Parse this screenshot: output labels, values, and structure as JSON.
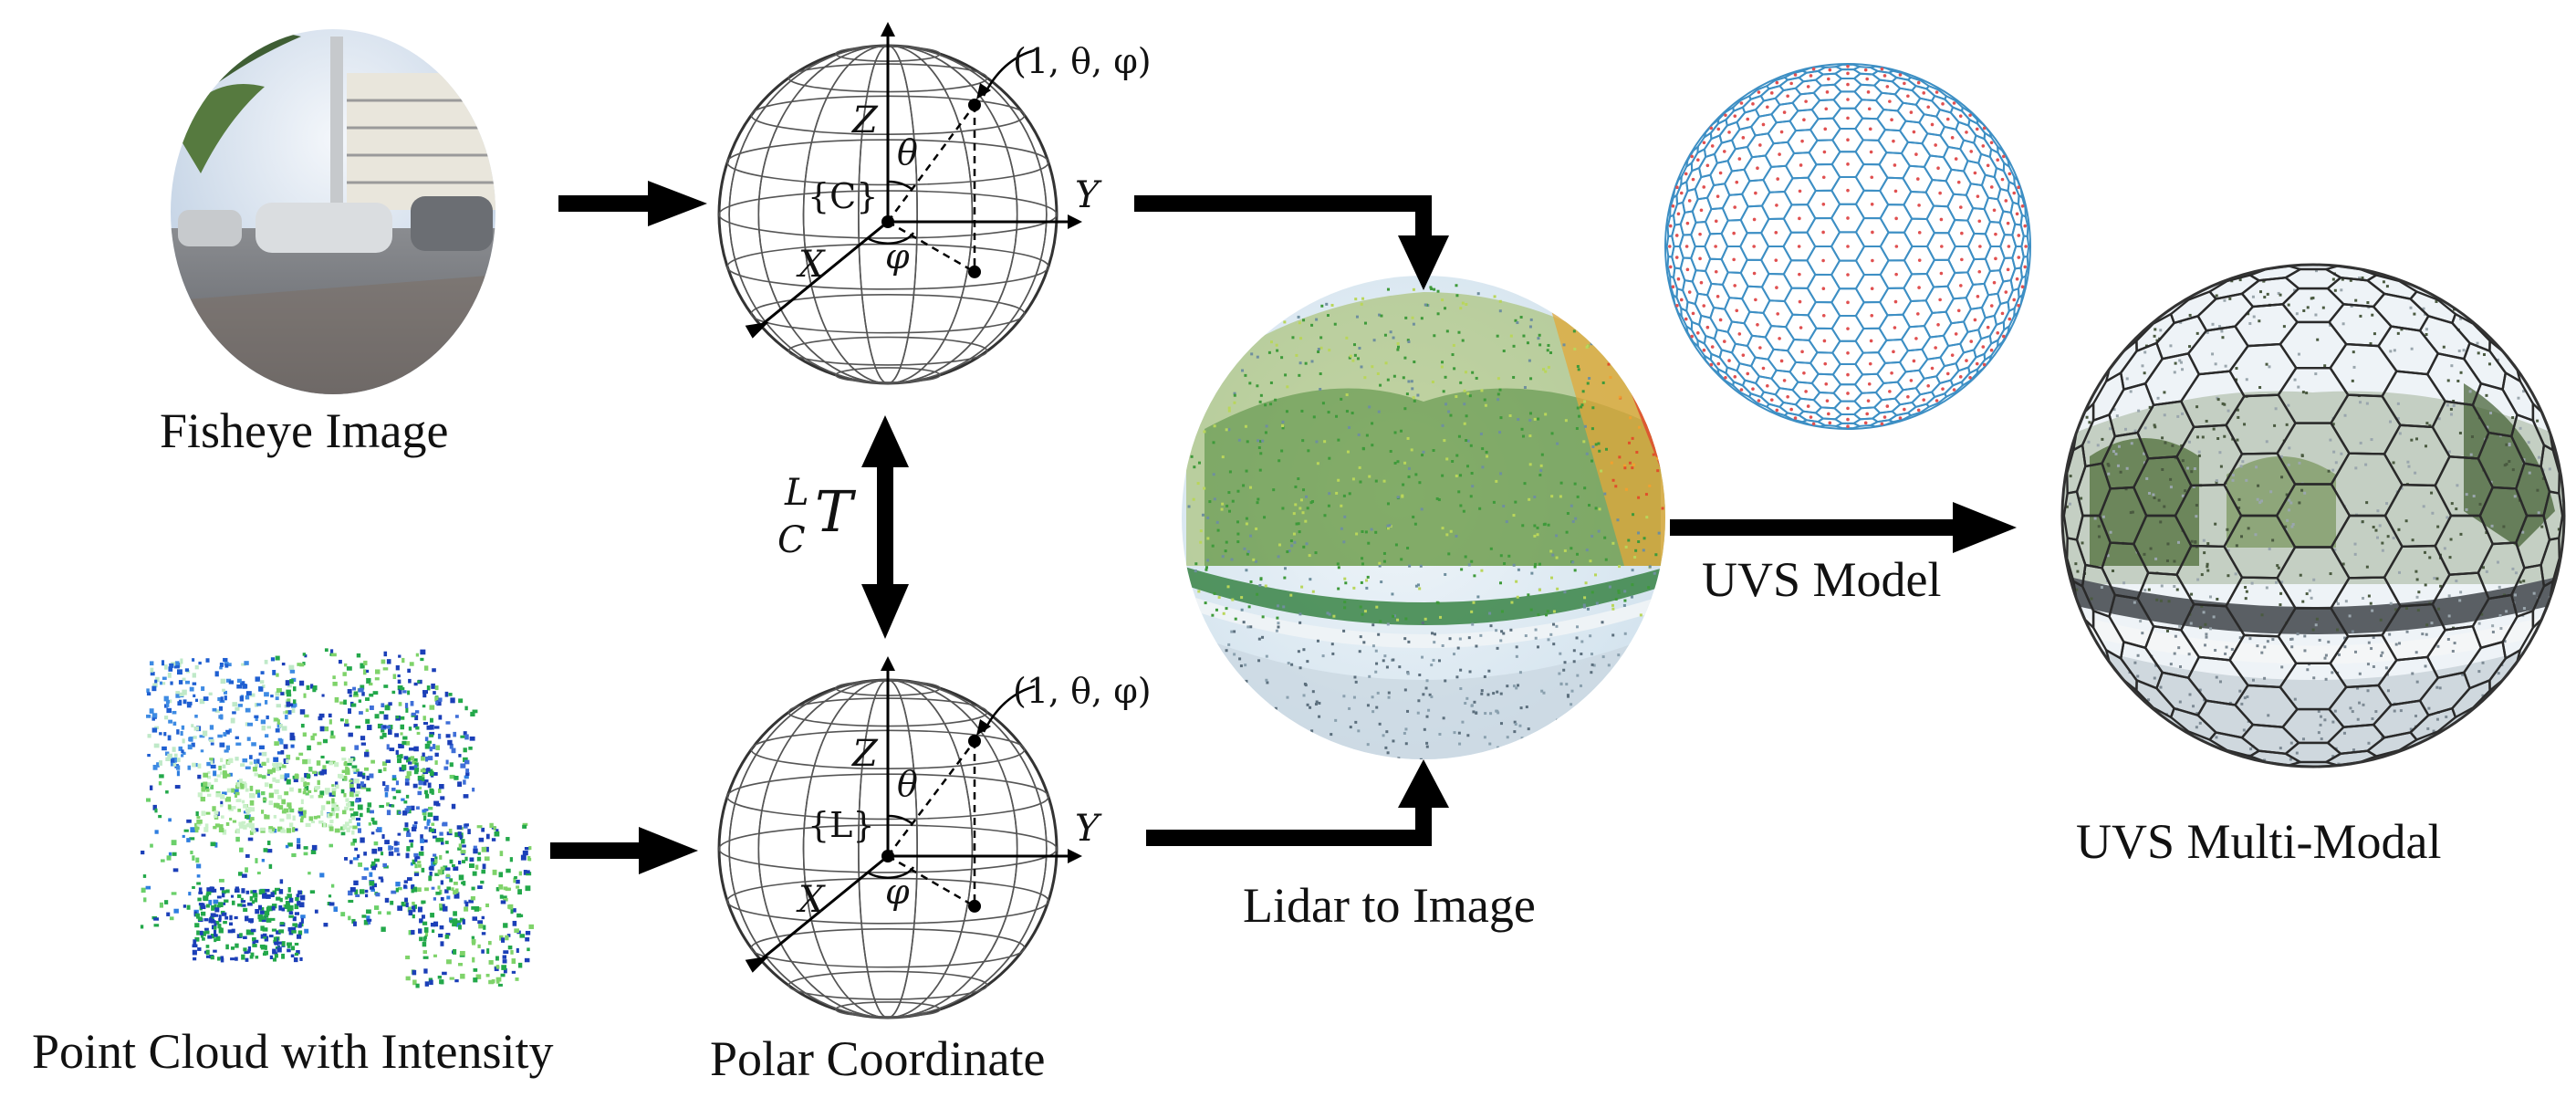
{
  "labels": {
    "fisheye_image": "Fisheye  Image",
    "point_cloud": "Point Cloud with Intensity",
    "polar_coordinate": "Polar Coordinate",
    "lidar_to_image": "Lidar to Image",
    "uvs_model": "UVS Model",
    "uvs_multimodal": "UVS Multi-Modal"
  },
  "math": {
    "transform_sup": "L",
    "transform_sub": "C",
    "transform_main": "T",
    "point_coord": "(1, θ, φ)",
    "camera_frame": "{C}",
    "lidar_frame": "{L}",
    "axis_x": "X",
    "axis_y": "Y",
    "axis_z": "Z",
    "theta": "θ",
    "phi": "φ"
  },
  "colors": {
    "arrow": "#000000",
    "grid_line": "#555555",
    "hex_grid": "#3d8fc4",
    "hex_center": "#e05050",
    "sphere_tint": "#d8e8f2"
  }
}
